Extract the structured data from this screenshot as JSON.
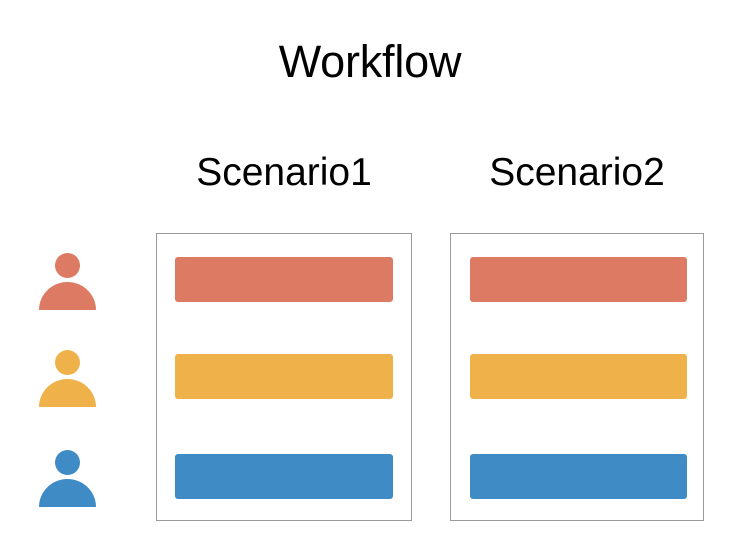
{
  "diagram": {
    "title": "Workflow",
    "columns": [
      {
        "label": "Scenario1"
      },
      {
        "label": "Scenario2"
      }
    ],
    "actors": [
      {
        "icon": "person-icon",
        "color": "#DD7A63"
      },
      {
        "icon": "person-icon",
        "color": "#EFB24B"
      },
      {
        "icon": "person-icon",
        "color": "#3E8BC6"
      }
    ],
    "rows": [
      {
        "color": "#DD7A63"
      },
      {
        "color": "#EFB24B"
      },
      {
        "color": "#3E8BC6"
      }
    ],
    "bars": [
      [
        {
          "color": "#DD7A63"
        },
        {
          "color": "#EFB24B"
        },
        {
          "color": "#3E8BC6"
        }
      ],
      [
        {
          "color": "#DD7A63"
        },
        {
          "color": "#EFB24B"
        },
        {
          "color": "#3E8BC6"
        }
      ]
    ],
    "colors": {
      "background": "#FFFFFF",
      "box_border": "#9A9A9A",
      "text": "#000000",
      "row_red": "#DD7A63",
      "row_yellow": "#EFB24B",
      "row_blue": "#3E8BC6"
    }
  }
}
